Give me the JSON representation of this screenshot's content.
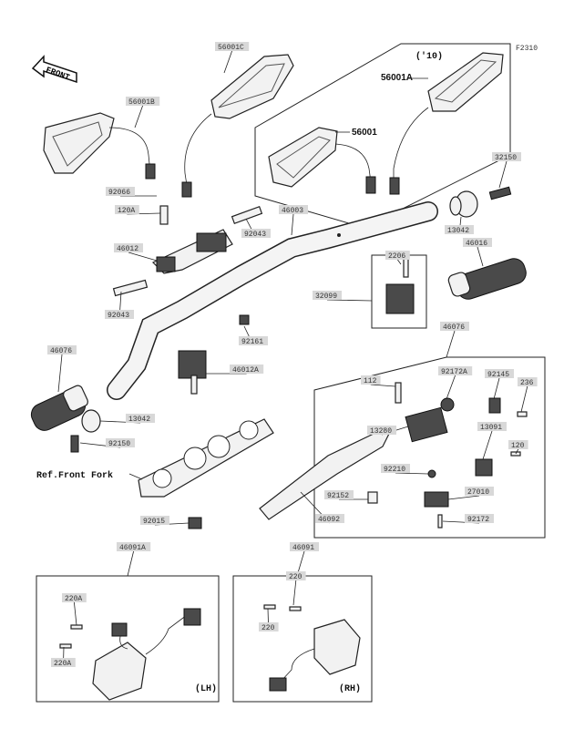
{
  "diagram_code": "F2310",
  "front_label": "FRONT",
  "year_note": "('10)",
  "ref_front_fork": "Ref.Front Fork",
  "lh_label": "(LH)",
  "rh_label": "(RH)",
  "parts": {
    "p56001C": "56001C",
    "p56001B": "56001B",
    "p56001A": "56001A",
    "p56001": "56001",
    "p92066": "92066",
    "p120A": "120A",
    "p46003": "46003",
    "p32150": "32150",
    "p46012": "46012",
    "p92043_top": "92043",
    "p13042_r": "13042",
    "p46016": "46016",
    "p92043_l": "92043",
    "p2206": "2206",
    "p32099": "32099",
    "p92161": "92161",
    "p46076_l": "46076",
    "p46076_r": "46076",
    "p46012A": "46012A",
    "p112": "112",
    "p92172A": "92172A",
    "p92145": "92145",
    "p236": "236",
    "p13042_l": "13042",
    "p13280": "13280",
    "p13091": "13091",
    "p92150": "92150",
    "p120": "120",
    "p92210": "92210",
    "p92152": "92152",
    "p27010": "27010",
    "p46092": "46092",
    "p92172": "92172",
    "p92015": "92015",
    "p46091A": "46091A",
    "p46091": "46091",
    "p220A_1": "220A",
    "p220A_2": "220A",
    "p220_1": "220",
    "p220_2": "220"
  }
}
